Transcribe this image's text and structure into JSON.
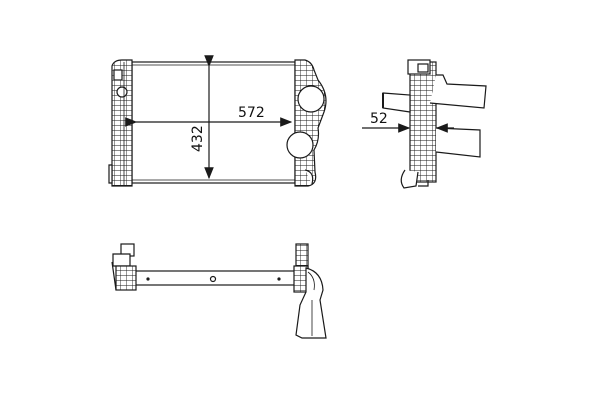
{
  "drawing": {
    "subject": "intercooler",
    "views": [
      "front-view",
      "side-view",
      "top-view"
    ],
    "dimensions": {
      "width": "572",
      "height": "432",
      "depth": "52"
    },
    "colors": {
      "line": "#1a1a1a",
      "background": "#ffffff"
    }
  }
}
